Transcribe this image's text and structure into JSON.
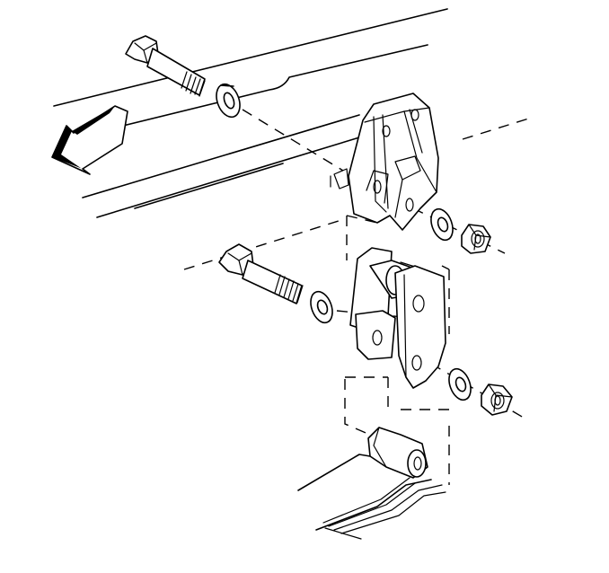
{
  "diagram": {
    "labels": [],
    "parts": {
      "frame_rail": "frame-rail",
      "direction_arrow": "front-direction-arrow-icon",
      "upper_bolt": "upper-bolt",
      "upper_washer": "upper-washer",
      "hanger_bracket": "shackle-hanger-bracket",
      "upper_nut_washer": "upper-nut-washer",
      "upper_nut": "upper-nut",
      "shackle": "spring-shackle",
      "lower_bolt": "lower-bolt",
      "lower_washer": "lower-washer",
      "lower_nut_washer": "lower-nut-washer",
      "lower_nut": "lower-nut",
      "spring_eye": "leaf-spring-eye",
      "leaf_spring": "leaf-spring"
    },
    "colors": {
      "ink": "#000000",
      "paper": "#ffffff"
    }
  }
}
